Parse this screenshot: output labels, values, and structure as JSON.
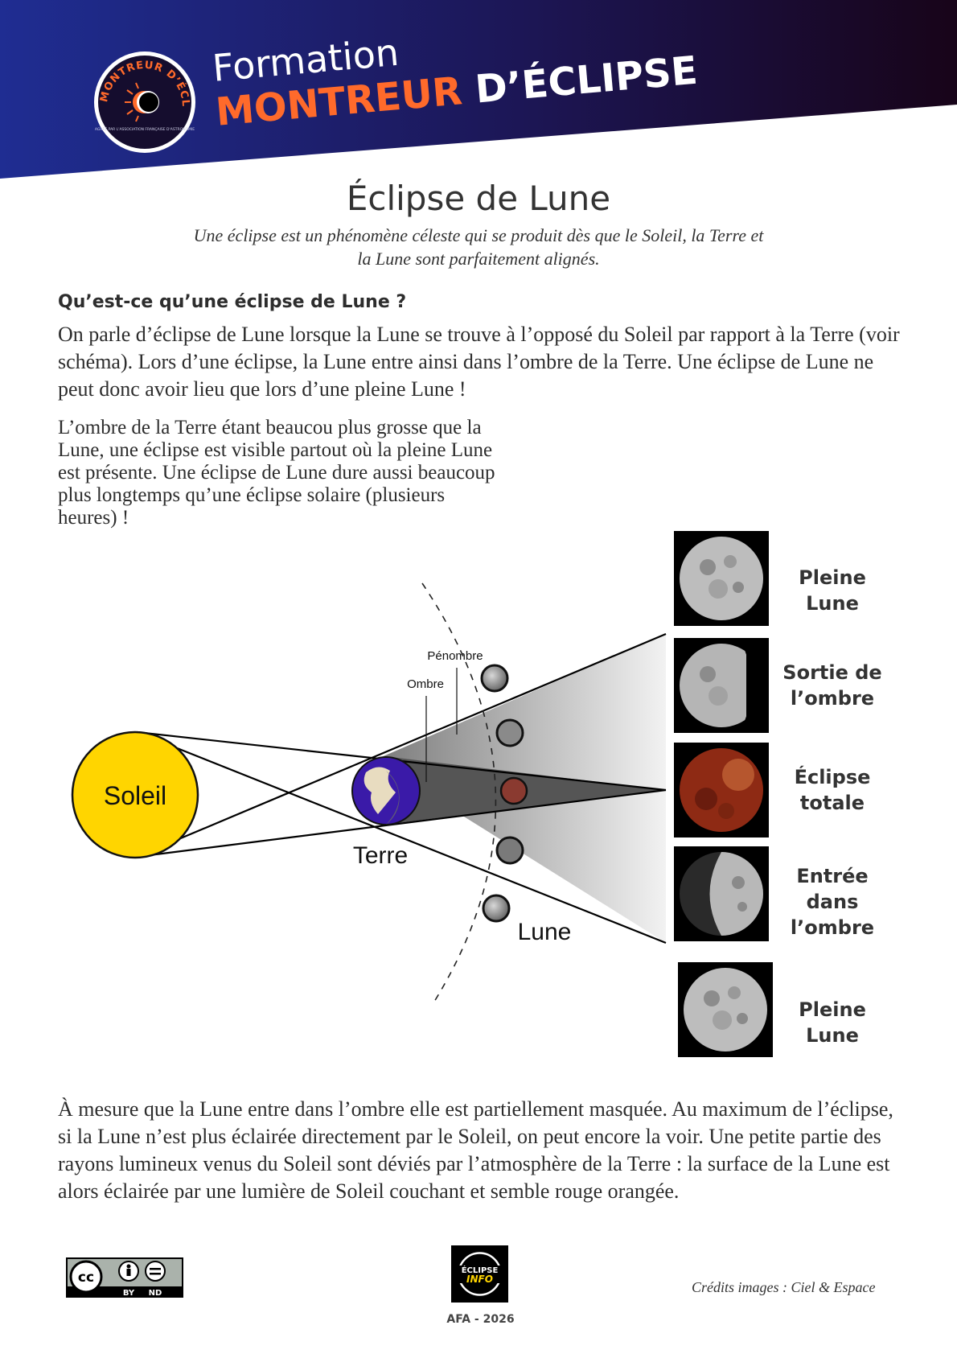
{
  "header": {
    "formation": "Formation",
    "title_part1": "MONTREUR",
    "title_part2": "D’ÉCLIPSE",
    "logo": {
      "ring_text": "MONTREUR D’ÉCLIPSE",
      "small_text": "AGRÉÉ PAR L'ASSOCIATION FRANÇAISE D'ASTRONOMIE"
    },
    "colors": {
      "dark_blue": "#1d2a8a",
      "dark_purple": "#1a0520",
      "orange": "#ff6a2b"
    }
  },
  "page": {
    "title": "Éclipse de Lune",
    "subtitle_line1": "Une éclipse est un phénomène céleste qui se produit dès que le Soleil, la Terre et",
    "subtitle_line2": "la Lune sont parfaitement alignés."
  },
  "section": {
    "heading": "Qu’est-ce qu’une éclipse de Lune ?",
    "paragraph1": "On parle d’éclipse de Lune lorsque la Lune se trouve à l’opposé du Soleil par rapport à la Terre (voir schéma). Lors d’une éclipse, la Lune entre ainsi dans l’ombre de la Terre. Une éclipse de Lune ne peut donc avoir lieu que lors d’une pleine Lune !",
    "paragraph2": "L’ombre de la Terre étant beaucou plus grosse que la Lune, une éclipse est visible partout où la pleine Lune est présente. Une éclipse de Lune dure aussi beaucoup plus longtemps qu’une éclipse solaire (plusieurs heures) !",
    "paragraph3": "À mesure que la Lune entre dans l’ombre elle est partiellement masquée. Au maximum de l’éclipse, si la Lune n’est plus éclairée directement par le Soleil, on peut encore la voir. Une petite partie des rayons lumineux venus du Soleil sont déviés par l’atmosphère de la Terre : la surface de la Lune est alors éclairée par une lumière de Soleil couchant et semble rouge orangée."
  },
  "diagram": {
    "sun_label": "Soleil",
    "earth_label": "Terre",
    "moon_label": "Lune",
    "penumbra_label": "Pénombre",
    "umbra_label": "Ombre",
    "colors": {
      "sun": "#ffd500",
      "earth": "#3a1aa8",
      "land": "#e8dcc0",
      "moon_eclipse": "#8a3a30"
    }
  },
  "phases": [
    {
      "label_line1": "Pleine Lune",
      "label_line2": ""
    },
    {
      "label_line1": "Sortie de",
      "label_line2": "l’ombre"
    },
    {
      "label_line1": "Éclipse",
      "label_line2": "totale"
    },
    {
      "label_line1": "Entrée dans",
      "label_line2": "l’ombre"
    },
    {
      "label_line1": "Pleine Lune",
      "label_line2": ""
    }
  ],
  "footer": {
    "license": {
      "cc": "cc",
      "by": "BY",
      "nd": "ND"
    },
    "eclipse_info_line1": "ÉCLIPSE",
    "eclipse_info_line2": "INFO",
    "afa": "AFA - 2026",
    "credits": "Crédits images : Ciel & Espace"
  }
}
